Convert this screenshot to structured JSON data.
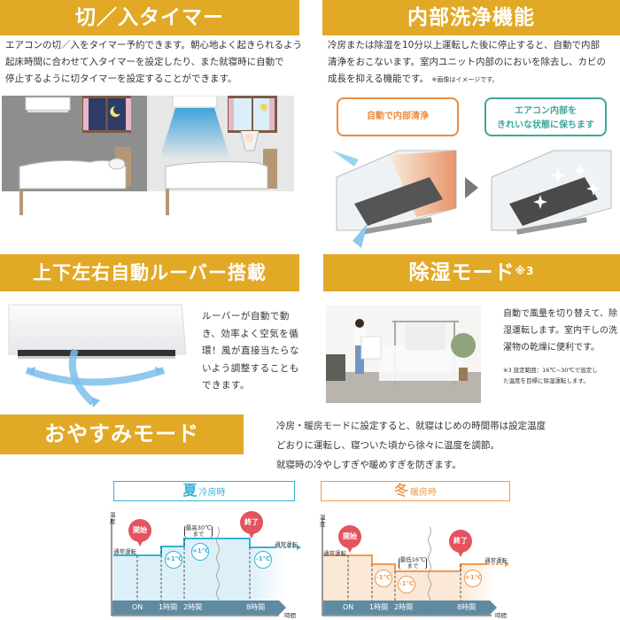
{
  "sections": {
    "timer": {
      "title": "切／入タイマー",
      "body": "エアコンの切／入をタイマー予約できます。朝心地よく起きられるよう起床時間に合わせて入タイマーを設定したり、また就寝時に自動で停止するように切タイマーを設定することができます。",
      "body_lines": [
        "エアコンの切／入をタイマー予約できます。朝心地よく起きられるよう",
        "起床時間に合わせて入タイマーを設定したり、また就寝時に自動で",
        "停止するように切タイマーを設定することができます。"
      ],
      "illustration": [
        "night-bedroom-sleeping",
        "morning-bedroom-waking"
      ]
    },
    "cleaning": {
      "title": "内部洗浄機能",
      "body_lines": [
        "冷房または除湿を10分以上運転した後に停止すると、自動で内部",
        "清浄をおこないます。室内ユニット内部のにおいを除去し、カビの",
        "成長を抑える機能です。"
      ],
      "note": "※画像はイメージです。",
      "box_left": "自動で内部清浄",
      "box_right_line1": "エアコン内部を",
      "box_right_line2": "きれいな状態に保ちます",
      "colors": {
        "orange": "#EC8A3C",
        "teal": "#3DA89A"
      }
    },
    "louver": {
      "title": "上下左右自動ルーバー搭載",
      "body_lines": [
        "ルーバーが自動で動",
        "き、効率よく空気を循",
        "環！風が直接当たらな",
        "いよう調整することも",
        "できます。"
      ]
    },
    "dehumidify": {
      "title": "除湿モード",
      "title_sup": "※3",
      "body_lines": [
        "自動で風量を切り替えて、除",
        "湿運転します。室内干しの洗",
        "濯物の乾燥に便利です。"
      ],
      "note_lines": [
        "※3 設定範囲：16℃~30℃で設定し",
        "た温度を目標に除湿運転します。"
      ]
    },
    "sleep": {
      "title": "おやすみモード",
      "body_lines": [
        "冷房・暖房モードに設定すると、就寝はじめの時間帯は設定温度",
        "どおりに運転し、寝ついた頃から徐々に温度を調節。",
        "就寝時の冷やしすぎや暖めすぎを防ぎます。"
      ]
    }
  },
  "chart_data": [
    {
      "type": "line",
      "title": "夏 冷房時",
      "title_big": "夏",
      "title_small": "冷房時",
      "ylabel": "温度",
      "xlabel": "時間",
      "x": [
        "ON",
        "1時間",
        "2時間",
        "8時間"
      ],
      "steps": [
        {
          "label": "通常運転",
          "delta": 0
        },
        {
          "label": "1時間",
          "delta": "+1℃"
        },
        {
          "label": "2時間",
          "delta": "+1℃"
        },
        {
          "label": "8時間",
          "delta": "-1℃"
        }
      ],
      "annotations": {
        "start": "開始",
        "end": "終了",
        "limit": "最高30℃まで",
        "normal_before": "通常運転",
        "normal_after": "通常運転",
        "d1": "+1℃",
        "d2": "+1℃",
        "d3": "-1℃"
      },
      "color": "#35B3D6",
      "fill": "#DDF0F8"
    },
    {
      "type": "line",
      "title": "冬 暖房時",
      "title_big": "冬",
      "title_small": "暖房時",
      "ylabel": "温度",
      "xlabel": "時間",
      "x": [
        "ON",
        "1時間",
        "2時間",
        "8時間"
      ],
      "steps": [
        {
          "label": "通常運転",
          "delta": 0
        },
        {
          "label": "1時間",
          "delta": "-1℃"
        },
        {
          "label": "2時間",
          "delta": "-1℃"
        },
        {
          "label": "8時間",
          "delta": "+1℃"
        }
      ],
      "annotations": {
        "start": "開始",
        "end": "終了",
        "limit": "最低16℃まで",
        "normal_before": "通常運転",
        "normal_after": "通常運転",
        "d1": "-1℃",
        "d2": "-1℃",
        "d3": "+1℃"
      },
      "color": "#EE9A52",
      "fill": "#FBE8D6"
    }
  ],
  "colors": {
    "banner": "#E2A926",
    "timebar": "#5F8BA2",
    "callout": "#E4535E"
  }
}
